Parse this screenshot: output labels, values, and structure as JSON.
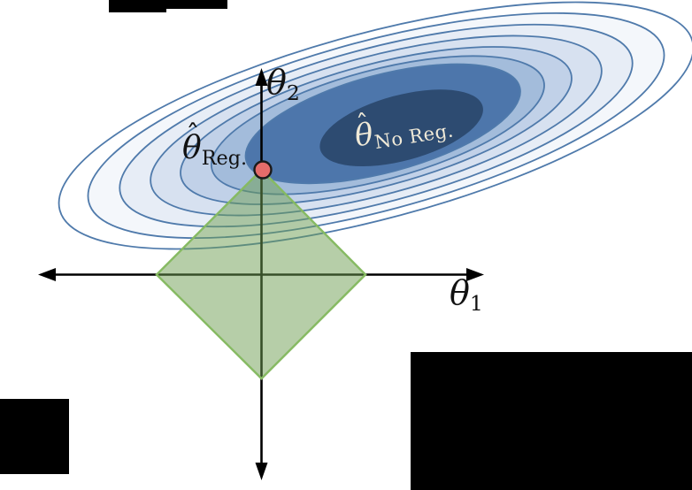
{
  "figure": {
    "labels": {
      "hat": "ˆ",
      "x_axis": {
        "symbol": "θ",
        "subscript": "1"
      },
      "y_axis": {
        "symbol": "θ",
        "subscript": "2"
      },
      "regularized": {
        "symbol": "θ",
        "subscript": "Reg."
      },
      "unregularized": {
        "symbol": "θ",
        "subscript": "No Reg."
      }
    },
    "colors": {
      "background": "#ffffff",
      "contour_stroke": "#4f7aab",
      "contour_fills": [
        "#ffffff",
        "#f4f7fb",
        "#e7edf6",
        "#d7e1f0",
        "#c1d1e8",
        "#a3bcdb",
        "#4d76ab"
      ],
      "core_fill": "#2d4b71",
      "diamond_fill": "rgba(110,158,82,0.5)",
      "diamond_stroke": "#86ba62",
      "point_fill": "#e46c6a",
      "point_stroke": "#1a1a1a",
      "axis": "#000000",
      "no_reg_label": "#f0ead8",
      "reg_label": "#111111",
      "redaction": "#000000"
    }
  }
}
